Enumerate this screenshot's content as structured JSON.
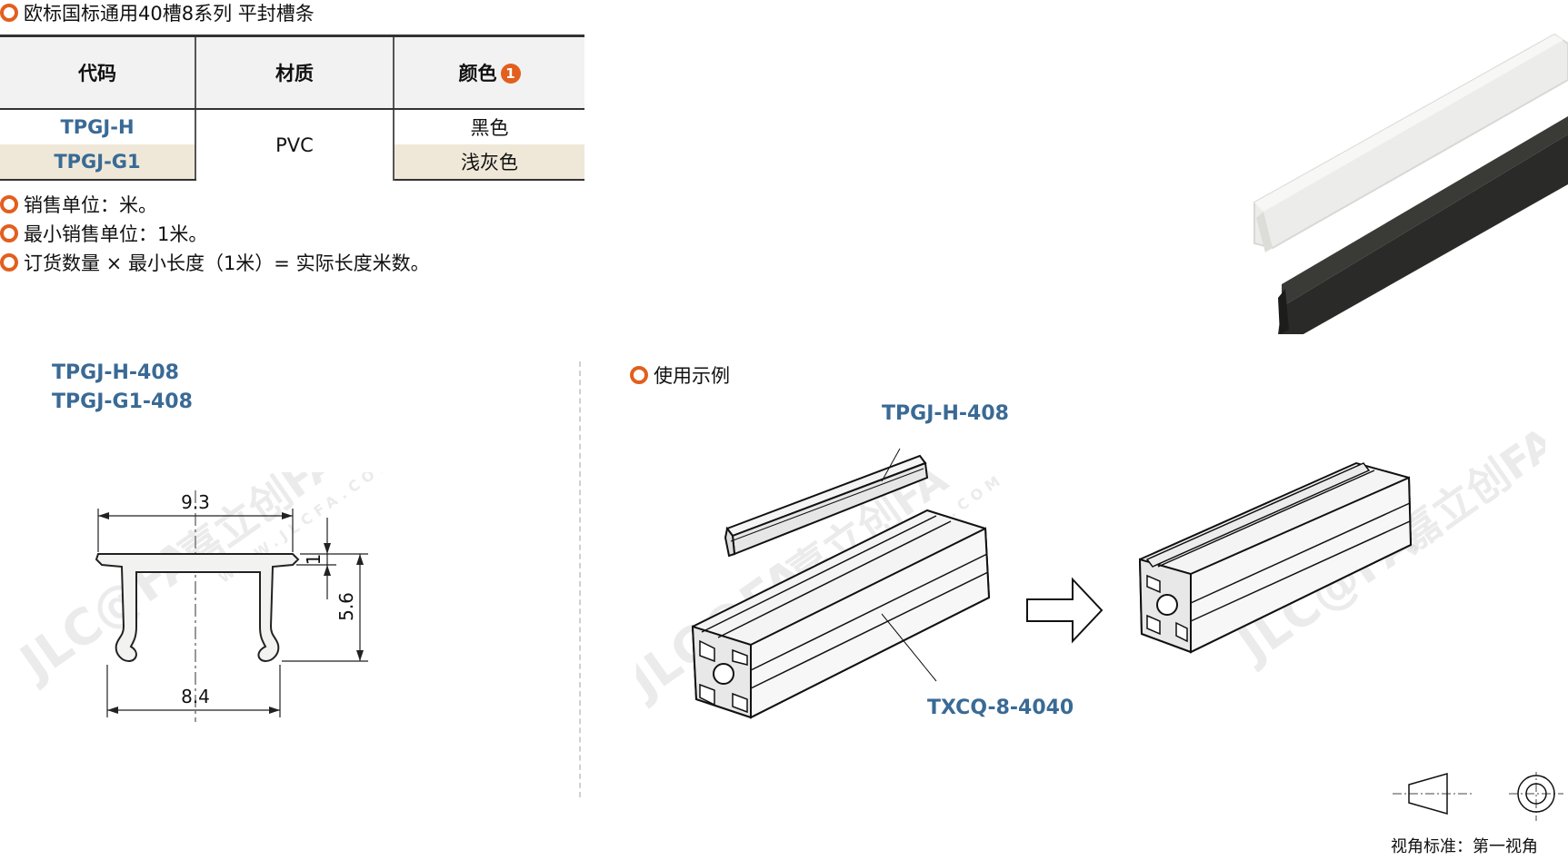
{
  "title": "欧标国标通用40槽8系列  平封槽条",
  "table": {
    "headers": [
      "代码",
      "材质",
      "颜色"
    ],
    "header_badge": "1",
    "rows": [
      {
        "code": "TPGJ-H",
        "color": "黑色"
      },
      {
        "code": "TPGJ-G1",
        "color": "浅灰色"
      }
    ],
    "material": "PVC"
  },
  "notes": [
    "销售单位：米。",
    "最小销售单位：1米。",
    "订货数量 × 最小长度（1米）= 实际长度米数。"
  ],
  "drawing": {
    "labels": [
      "TPGJ-H-408",
      "TPGJ-G1-408"
    ],
    "dim_top": "9.3",
    "dim_bottom": "8.4",
    "dim_height": "5.6",
    "dim_lip": "1"
  },
  "example": {
    "heading": "使用示例",
    "strip_label": "TPGJ-H-408",
    "profile_label": "TXCQ-8-4040"
  },
  "projection": "视角标准：第一视角",
  "watermark": {
    "brand": "JLC@FA",
    "cn": "嘉立创FA",
    "url": "WWW.JLCFA.COM"
  },
  "colors": {
    "accent": "#e25f1d",
    "code_blue": "#3a6a95",
    "row_tint": "#efe8d9"
  }
}
